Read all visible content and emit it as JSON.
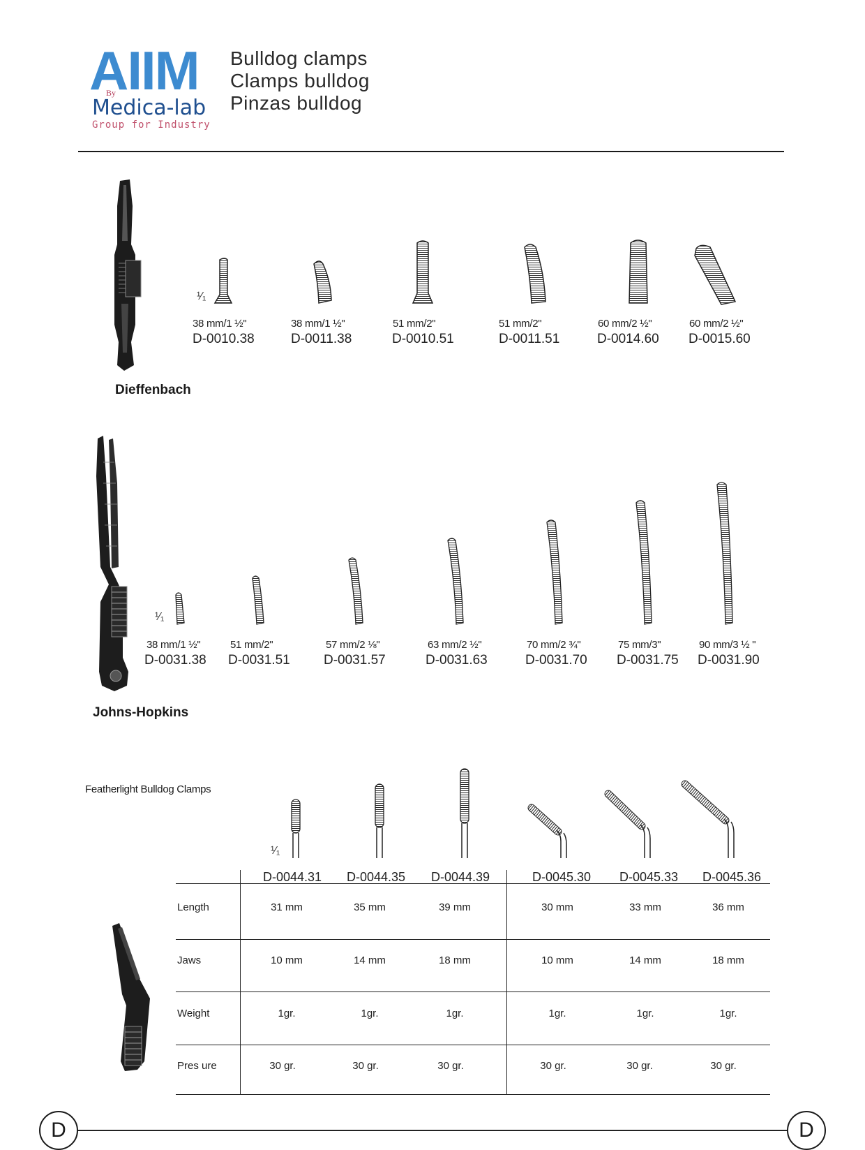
{
  "logo": {
    "main": "AIIM",
    "by": "By",
    "sub": "Medica-lab",
    "tagline": "Group for Industry"
  },
  "titles": [
    "Bulldog clamps",
    "Clamps bulldog",
    "Pinzas bulldog"
  ],
  "dieffenbach": {
    "name": "Dieffenbach",
    "scale": "¹⁄₁",
    "items": [
      {
        "size": "38 mm/1 ½\"",
        "code": "D-0010.38"
      },
      {
        "size": "38 mm/1 ½\"",
        "code": "D-0011.38"
      },
      {
        "size": "51 mm/2\"",
        "code": "D-0010.51"
      },
      {
        "size": "51 mm/2\"",
        "code": "D-0011.51"
      },
      {
        "size": "60 mm/2 ½\"",
        "code": "D-0014.60"
      },
      {
        "size": "60 mm/2 ½\"",
        "code": "D-0015.60"
      }
    ]
  },
  "johns_hopkins": {
    "name": "Johns-Hopkins",
    "scale": "¹⁄₁",
    "items": [
      {
        "size": "38 mm/1 ½\"",
        "code": "D-0031.38"
      },
      {
        "size": "51 mm/2\"",
        "code": "D-0031.51"
      },
      {
        "size": "57 mm/2 ⅛\"",
        "code": "D-0031.57"
      },
      {
        "size": "63 mm/2 ½\"",
        "code": "D-0031.63"
      },
      {
        "size": "70 mm/2 ¾\"",
        "code": "D-0031.70"
      },
      {
        "size": "75 mm/3\"",
        "code": "D-0031.75"
      },
      {
        "size": "90 mm/3 ½ \"",
        "code": "D-0031.90"
      }
    ]
  },
  "featherlight": {
    "title": "Featherlight Bulldog Clamps",
    "scale": "¹⁄₁",
    "codes": [
      "D-0044.31",
      "D-0044.35",
      "D-0044.39",
      "D-0045.30",
      "D-0045.33",
      "D-0045.36"
    ],
    "rows": [
      {
        "label": "Length",
        "values": [
          "31 mm",
          "35 mm",
          "39 mm",
          "30 mm",
          "33 mm",
          "36 mm"
        ]
      },
      {
        "label": "Jaws",
        "values": [
          "10 mm",
          "14 mm",
          "18 mm",
          "10 mm",
          "14 mm",
          "18 mm"
        ]
      },
      {
        "label": "Weight",
        "values": [
          "1gr.",
          "1gr.",
          "1gr.",
          "1gr.",
          "1gr.",
          "1gr."
        ]
      },
      {
        "label": "Pres ure",
        "values": [
          "30 gr.",
          "30 gr.",
          "30 gr.",
          "30 gr.",
          "30 gr.",
          "30 gr."
        ]
      }
    ]
  },
  "footer": {
    "left_letter": "D",
    "right_letter": "D"
  }
}
